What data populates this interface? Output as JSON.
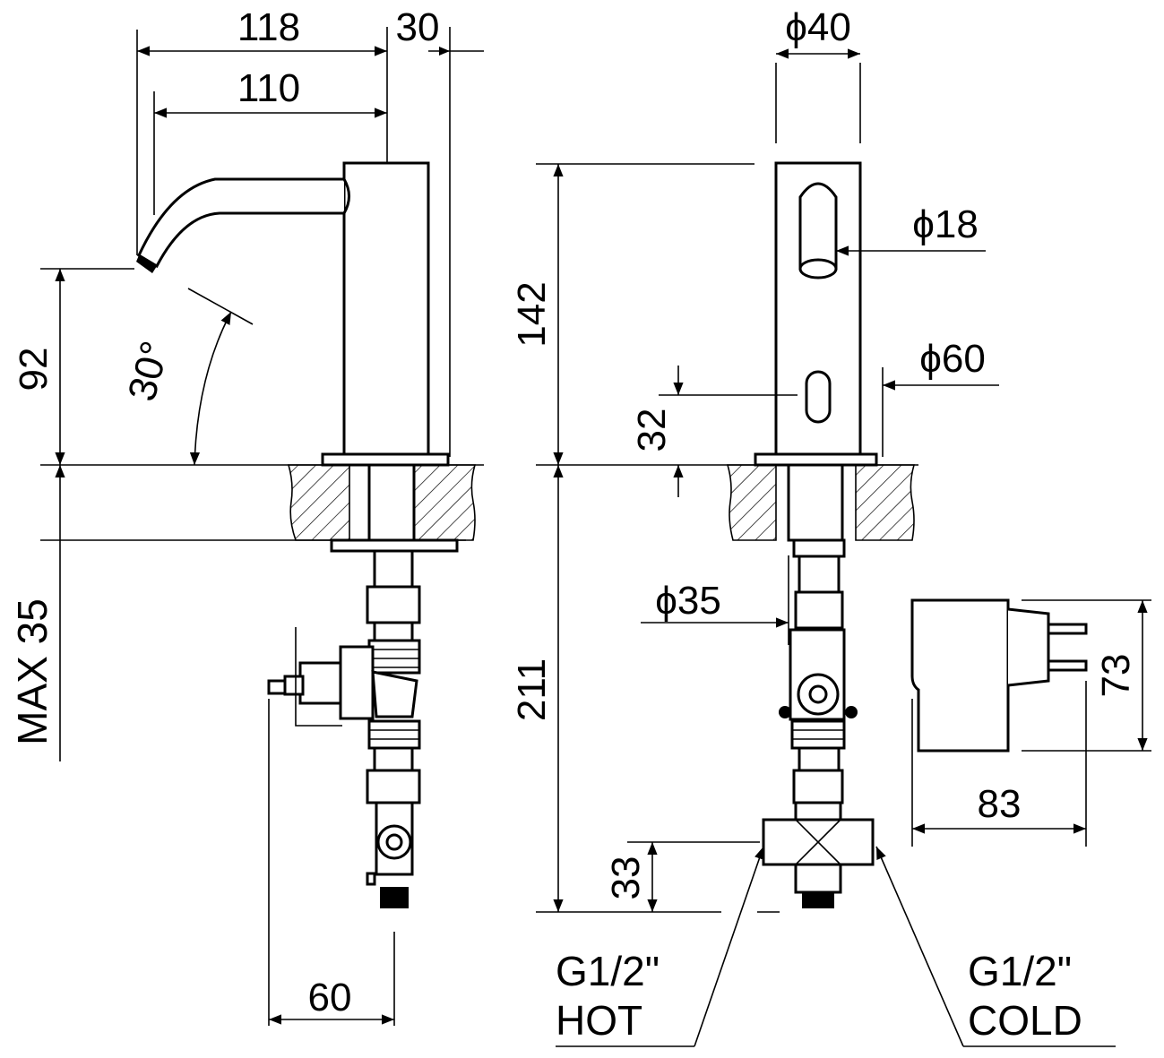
{
  "drawing": {
    "dims": {
      "spout_reach_118": "118",
      "spout_reach_110": "110",
      "body_depth_30": "30",
      "body_dia": "ϕ40",
      "outlet_dia": "ϕ18",
      "base_dia": "ϕ60",
      "body_height": "142",
      "sensor_height": "32",
      "spout_clearance": "92",
      "spout_angle": "30°",
      "max_deck": "MAX 35",
      "tail_length": "211",
      "hose_dia": "ϕ35",
      "connector_height": "33",
      "valve_offset": "60",
      "adapter_height": "73",
      "adapter_width": "83"
    },
    "connections": {
      "hot_line1": "G1/2\"",
      "hot_line2": "HOT",
      "cold_line1": "G1/2\"",
      "cold_line2": "COLD"
    }
  }
}
